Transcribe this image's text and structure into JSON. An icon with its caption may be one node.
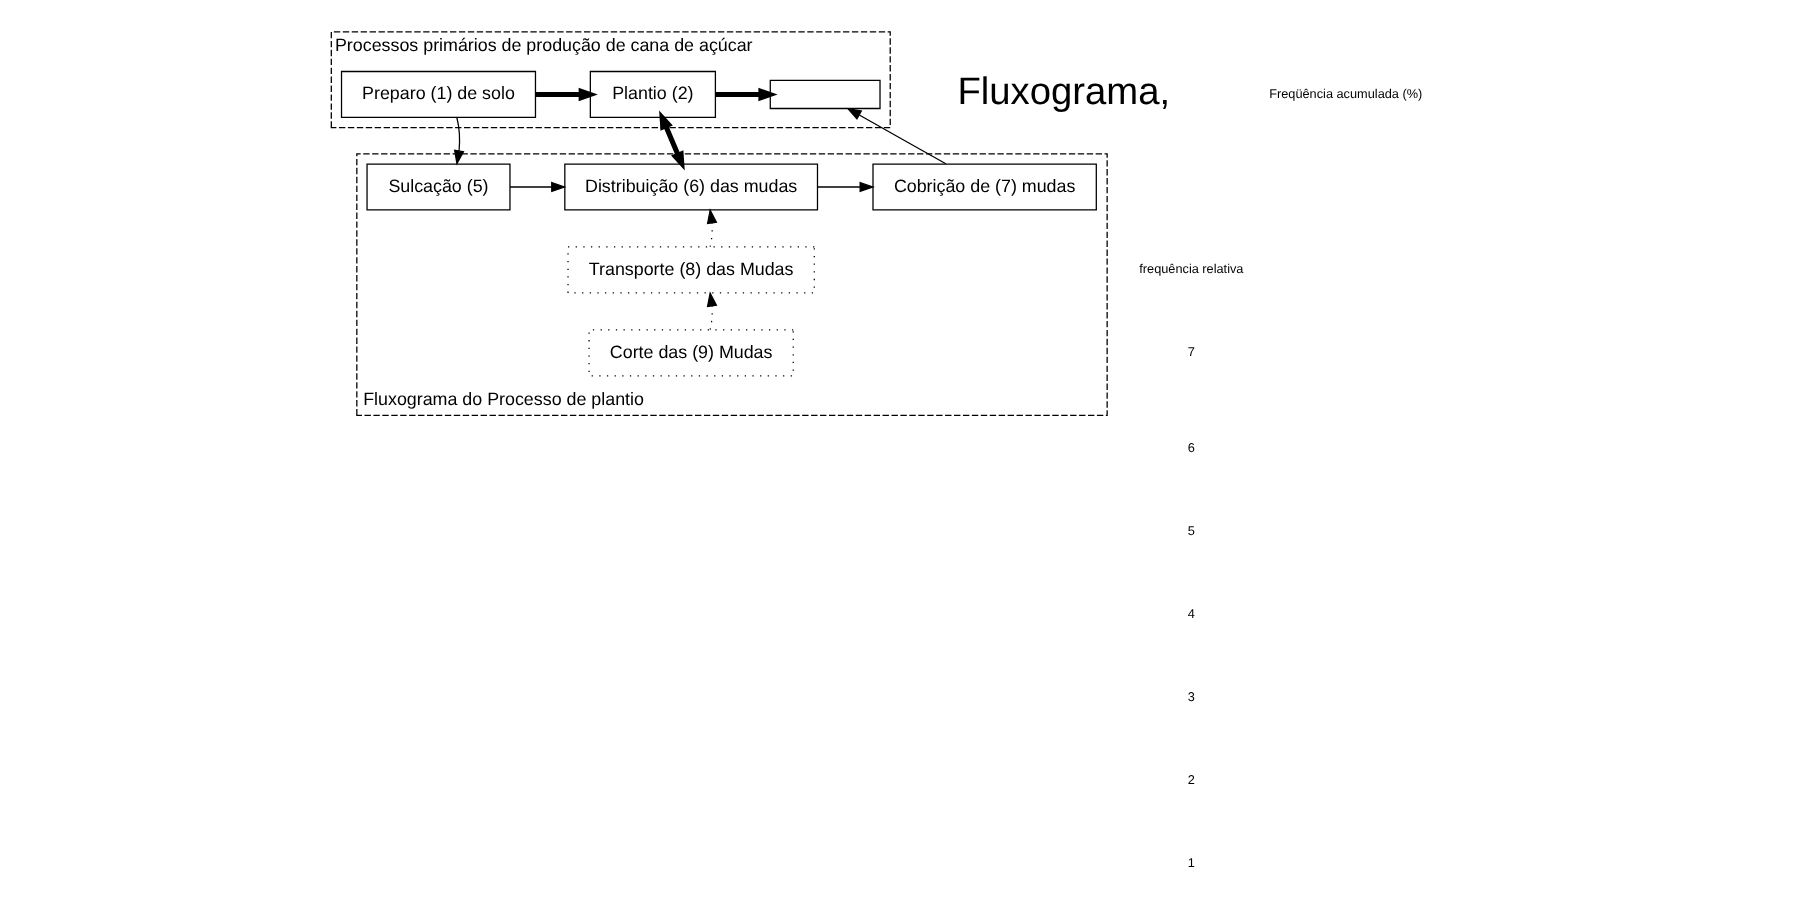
{
  "diagram": {
    "nodes": [
      {
        "text": [
          "Processos primários de produção de cana de açúcar"
        ]
      },
      {
        "text": [
          "Preparo (1) de solo"
        ],
        "in": 0
      },
      {
        "text": [
          "Plantio (2)"
        ],
        "in": 0
      },
      {
        "text": [],
        "shape": "box",
        "in": 0
      },
      {
        "text": [
          "Fluxograma do Processo de plantio"
        ]
      },
      {
        "text": [
          "Sulcação (5)"
        ],
        "in": 4
      },
      {
        "text": [
          "Distribuição (6) das mudas"
        ],
        "in": 4
      },
      {
        "text": [
          "Cobrição de (7) mudas"
        ],
        "in": 4
      },
      {
        "text": [
          "Transporte (8) das Mudas"
        ],
        "in": 4
      },
      {
        "text": [
          "Corte das (9) Mudas"
        ],
        "in": 4
      }
    ],
    "edges": [
      {
        "from": 1,
        "to": 2,
        "arrow": "to",
        "style": "thick"
      },
      {
        "from": 2,
        "to": 3,
        "arrow": "to",
        "style": "thick"
      },
      {
        "from": 1,
        "to": 5,
        "arrow": "to"
      },
      {
        "from": 2,
        "to": 6,
        "arrow": "both",
        "style": "thick"
      },
      {
        "from": 5,
        "to": 6,
        "arrow": "to"
      },
      {
        "from": 6,
        "to": 7,
        "arrow": "to"
      },
      {
        "from": 7,
        "to": 3,
        "arrow": "to"
      },
      {
        "from": 8,
        "to": 6,
        "arrow": "to",
        "style": "dashed"
      },
      {
        "from": 9,
        "to": 8,
        "arrow": "to",
        "style": "dashed"
      }
    ],
    "labels": [
      "Fluxograma,",
      "Freqüência acumulada (%)",
      "frequência relativa",
      "7",
      "6",
      "5",
      "4",
      "3",
      "2",
      "1"
    ]
  }
}
